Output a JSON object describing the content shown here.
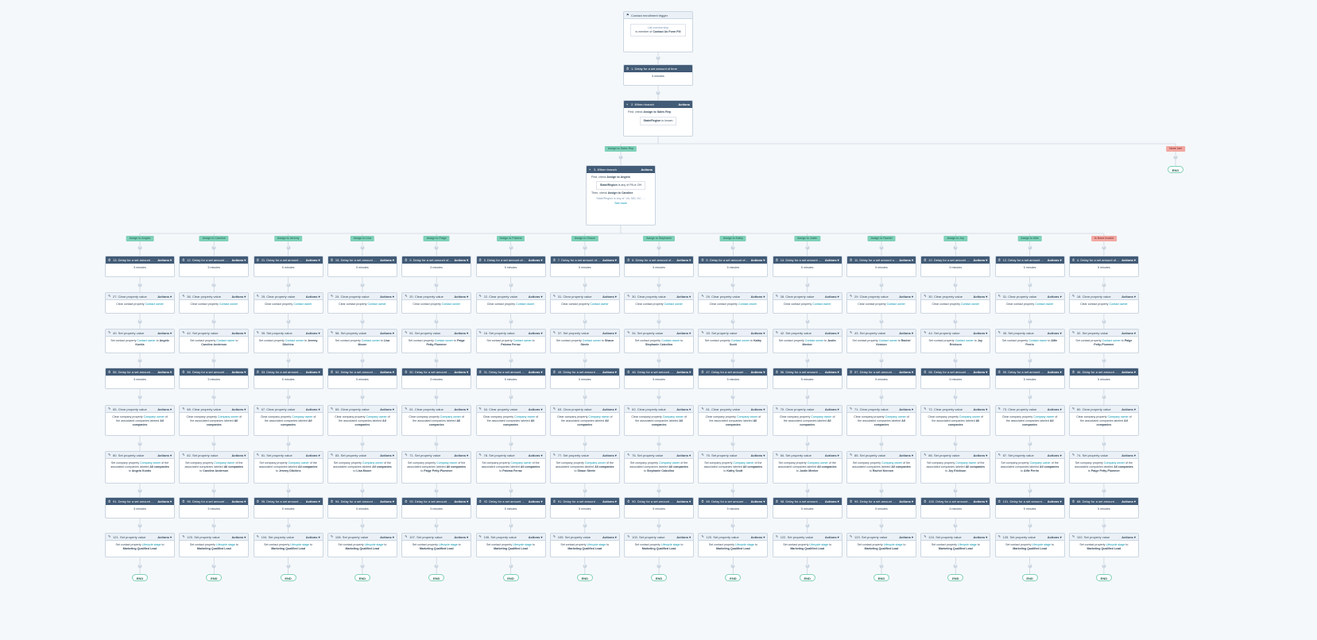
{
  "trigger": {
    "title": "Contact enrollment trigger",
    "box_line1": "List membership",
    "box_line2_pre": "is member of",
    "box_line2_bold": "Contact Us Form Fill"
  },
  "action1": {
    "title": "1. Delay for a set amount of time",
    "body": "5 minutes"
  },
  "branch2": {
    "title": "2. If/then branch",
    "actions": "Actions",
    "line1_pre": "First, check",
    "line1_bold": "Assign to Sales Rep",
    "box_bold": "State/Region",
    "box_rest": "is known"
  },
  "tags_top": {
    "left": "Assign to Sales Rep",
    "right": "None met"
  },
  "branch3": {
    "title": "3. If/then branch",
    "actions": "Actions",
    "line1_pre": "First, check",
    "line1_bold": "Assign to Angelo",
    "box1_bold": "State/Region",
    "box1_rest": "is any of PA or OH",
    "line2_pre": "Then, check",
    "line2_bold": "Assign to Caroline",
    "box2": "State/Region is any of: VA, MD, DC, ...",
    "see_all": "See more"
  },
  "end_label": "END",
  "actions_label": "Actions",
  "columns": [
    {
      "tag": "Assign to Angelo",
      "red": false,
      "n": [
        "13",
        "27",
        "40",
        "55",
        "65",
        "80",
        "91",
        "121"
      ],
      "owner": "Angelo Kontis",
      "owner_co": "Angelo Kontis"
    },
    {
      "tag": "Assign to Caroline",
      "red": false,
      "n": [
        "12",
        "36",
        "42",
        "56",
        "68",
        "82",
        "96",
        "120"
      ],
      "owner": "Caroline Anderson",
      "owner_co": "Caroline Anderson"
    },
    {
      "tag": "Assign to Jeremy",
      "red": false,
      "n": [
        "21",
        "25",
        "39",
        "53",
        "67",
        "81",
        "95",
        "104"
      ],
      "owner": "Jeremy Ditchins",
      "owner_co": "Jeremy Ditchins"
    },
    {
      "tag": "Assign to Lisa",
      "red": false,
      "n": [
        "15",
        "24",
        "58",
        "52",
        "69",
        "83",
        "94",
        "108"
      ],
      "owner": "Lisa Moore",
      "owner_co": "Lisa Moore"
    },
    {
      "tag": "Assign to Paige",
      "red": false,
      "n": [
        "9",
        "20",
        "51",
        "50",
        "61",
        "71",
        "93",
        "107"
      ],
      "owner": "Paige Petty-Plummer",
      "owner_co": "Paige Petty-Plummer"
    },
    {
      "tag": "Assign to Paloma",
      "red": false,
      "n": [
        "8",
        "22",
        "16",
        "51",
        "64",
        "78",
        "92",
        "106"
      ],
      "owner": "Paloma Ferraz",
      "owner_co": "Paloma Ferraz"
    },
    {
      "tag": "Assign to Shaun",
      "red": false,
      "n": [
        "7",
        "31",
        "37",
        "49",
        "63",
        "77",
        "91",
        "105"
      ],
      "owner": "Shaun Steele",
      "owner_co": "Shaun Steele"
    },
    {
      "tag": "Assign to Stephanie",
      "red": false,
      "n": [
        "6",
        "30",
        "34",
        "48",
        "62",
        "76",
        "90",
        "103"
      ],
      "owner": "Stephanie Calzolino",
      "owner_co": "Stephanie Calzolino"
    },
    {
      "tag": "Assign to Kathy",
      "red": false,
      "n": [
        "5",
        "29",
        "33",
        "47",
        "61",
        "75",
        "89",
        "120"
      ],
      "owner": "Kathy Scott",
      "owner_co": "Kathy Scott"
    },
    {
      "tag": "Assign to Justin",
      "red": false,
      "n": [
        "14",
        "28",
        "42",
        "56",
        "70",
        "84",
        "98",
        "122"
      ],
      "owner": "Justin Meeker",
      "owner_co": "Justin Meeker"
    },
    {
      "tag": "Assign to Rachel",
      "red": false,
      "n": [
        "11",
        "29",
        "43",
        "57",
        "71",
        "85",
        "99",
        "123"
      ],
      "owner": "Rachel Kennon",
      "owner_co": "Rachel Kennon"
    },
    {
      "tag": "Assign to Joy",
      "red": false,
      "n": [
        "10",
        "30",
        "44",
        "58",
        "72",
        "86",
        "100",
        "124"
      ],
      "owner": "Joy Erickson",
      "owner_co": "Joy Erickson"
    },
    {
      "tag": "Assign to Alfie",
      "red": false,
      "n": [
        "12",
        "31",
        "45",
        "59",
        "73",
        "87",
        "101",
        "125"
      ],
      "owner": "Alfie Perrin",
      "owner_co": "Alfie Perrin"
    },
    {
      "tag": "Is None Invalid",
      "red": true,
      "n": [
        "4",
        "18",
        "32",
        "46",
        "60",
        "74",
        "88",
        "102"
      ],
      "owner": "Paige Petty-Plummer",
      "owner_co": "Paige Petty-Plummer"
    }
  ],
  "row_titles": {
    "delay": "Delay for a set amount of time",
    "clear": "Clear property value",
    "set": "Set property value",
    "clear_co": "Clear property value",
    "set_co": "Set property value"
  },
  "row_text": {
    "delay_body": "5 minutes",
    "clear_contact_pre": "Clear contact property",
    "clear_contact_link": "Contact owner",
    "set_contact_pre": "Set contact property",
    "set_contact_link": "Contact owner",
    "set_contact_mid": "to",
    "clear_co_pre": "Clear company property",
    "clear_co_link": "Company owner",
    "clear_co_rest": "of the associated companies labeled",
    "clear_co_bold": "All companies",
    "set_co_pre": "Set company property",
    "set_co_link": "Company owner",
    "set_co_rest": "of the associated companies labeled",
    "set_co_bold": "All companies",
    "set_co_to": "to",
    "lifecycle_pre": "Set contact property",
    "lifecycle_link": "Lifecycle stage",
    "lifecycle_mid": "to",
    "lifecycle_bold": "Marketing Qualified Lead"
  },
  "colors": {
    "header_dark": "#425b76",
    "header_light": "#eaf0f6",
    "tag_green": "#7fd1b9",
    "tag_red": "#f2a8a2",
    "link": "#0091ae",
    "background": "#f5f8fa"
  }
}
